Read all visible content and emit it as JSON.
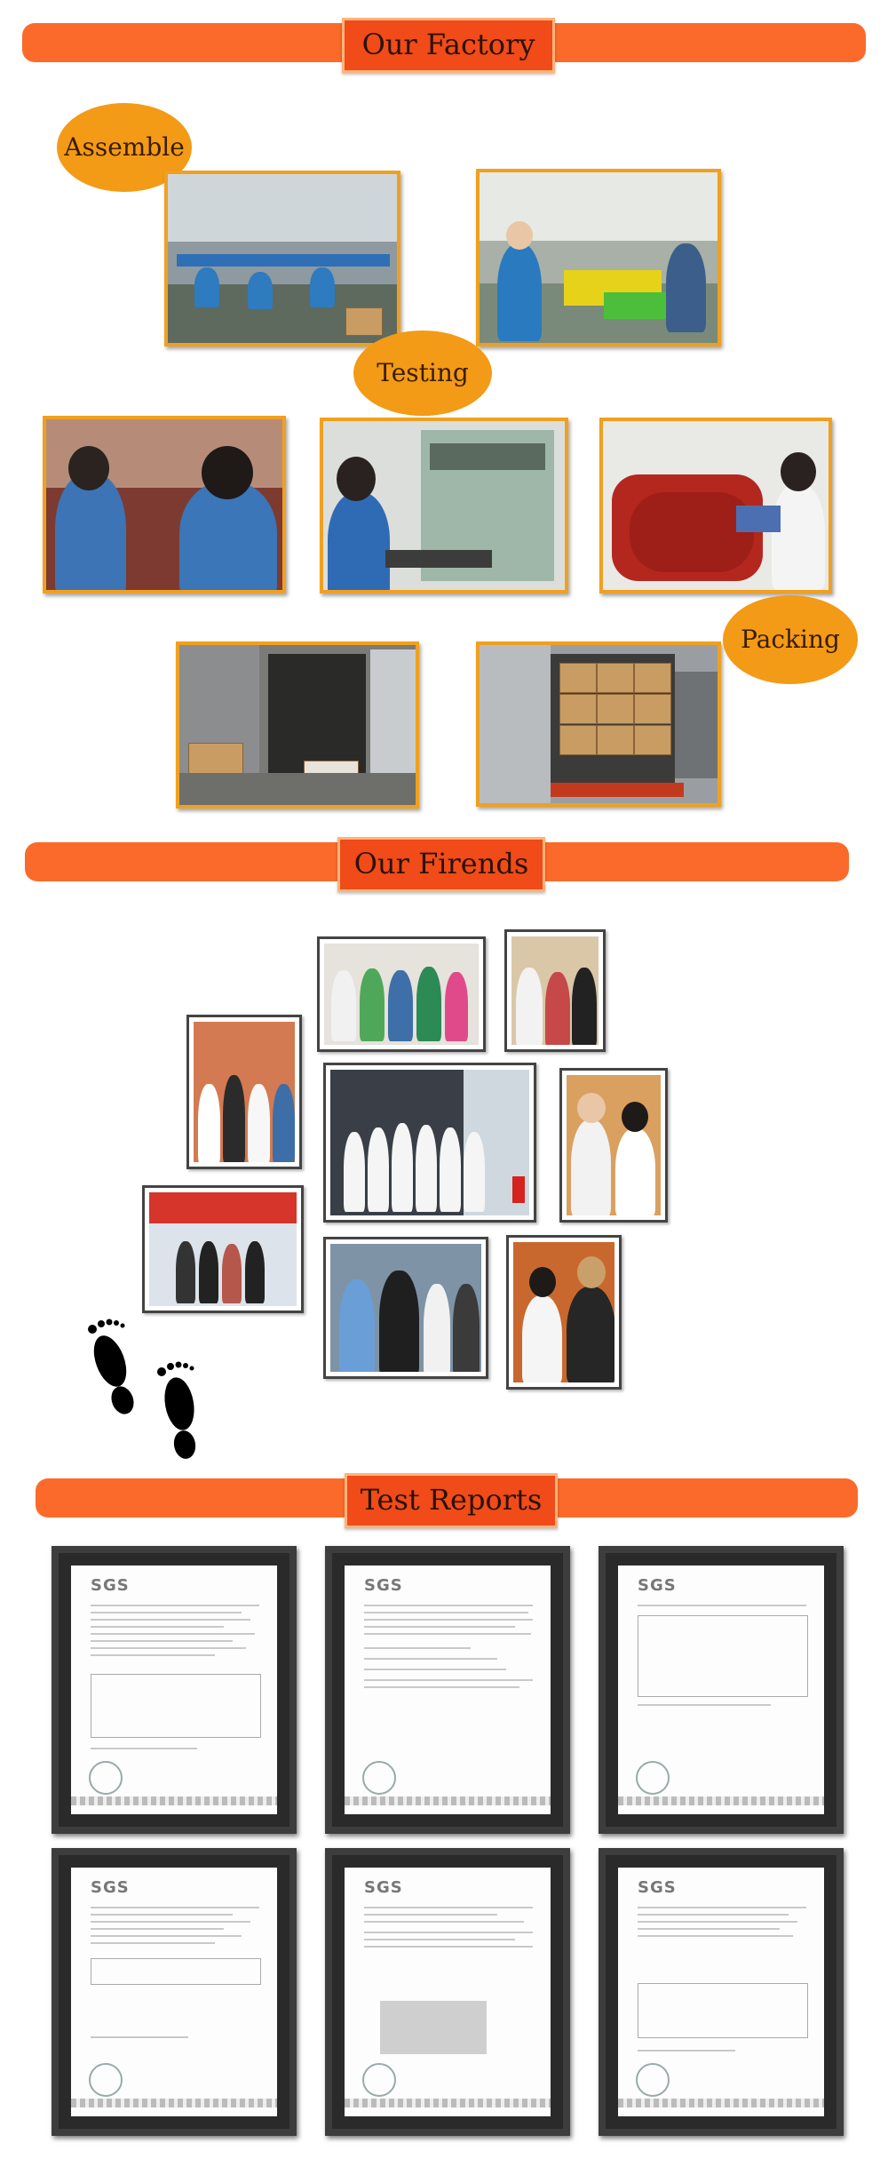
{
  "sections": {
    "factory": "Our Factory",
    "friends": "Our Firends",
    "reports": "Test Reports"
  },
  "labels": {
    "assemble": "Assemble",
    "testing": "Testing",
    "packing": "Packing"
  },
  "cert_brand": "SGS",
  "colors": {
    "banner": "#fb6a2a",
    "banner_tab": "#f04b18",
    "label_oval": "#f39a16",
    "photo_border": "#f0a020"
  }
}
